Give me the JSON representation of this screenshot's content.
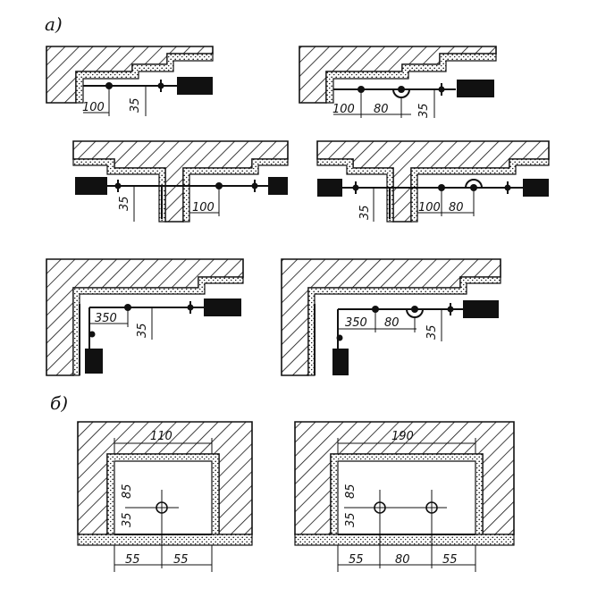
{
  "section_labels": {
    "a": "а)",
    "b": "б)"
  },
  "figures_a": [
    {
      "dims": [
        "100",
        "35"
      ]
    },
    {
      "dims": [
        "100",
        "80",
        "35"
      ]
    },
    {
      "dims": [
        "35",
        "100"
      ]
    },
    {
      "dims": [
        "35",
        "100",
        "80"
      ]
    },
    {
      "dims": [
        "350",
        "35"
      ]
    },
    {
      "dims": [
        "350",
        "80",
        "35"
      ]
    }
  ],
  "figures_b": [
    {
      "top": "110",
      "left_upper": "85",
      "left_lower": "35",
      "bottom": [
        "55",
        "55"
      ]
    },
    {
      "top": "190",
      "left_upper": "85",
      "left_lower": "35",
      "bottom": [
        "55",
        "80",
        "55"
      ]
    }
  ]
}
